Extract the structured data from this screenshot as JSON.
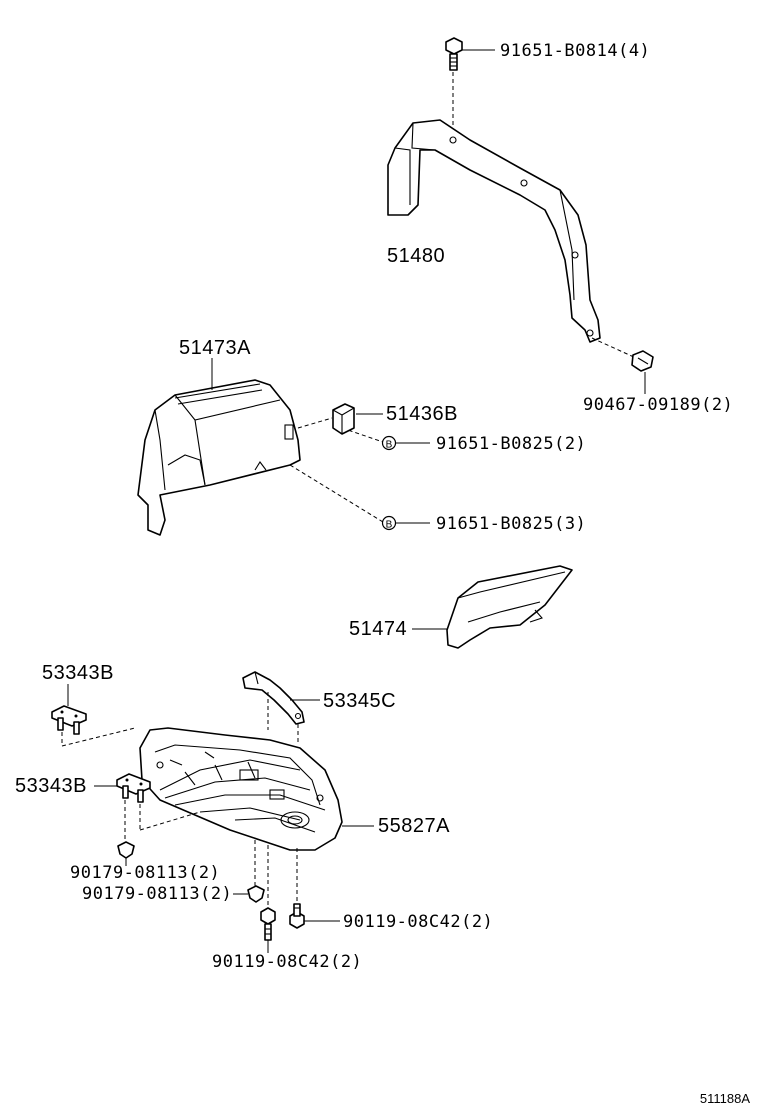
{
  "callouts": {
    "p91651_b0814": "91651-B0814(4)",
    "p51480": "51480",
    "p90467": "90467-09189(2)",
    "p51473a": "51473A",
    "p51436b": "51436B",
    "p91651_b0825_2": "91651-B0825(2)",
    "p91651_b0825_3": "91651-B0825(3)",
    "p51474": "51474",
    "p53343b_top": "53343B",
    "p53345c": "53345C",
    "p53343b_mid": "53343B",
    "p55827a": "55827A",
    "p90179_a": "90179-08113(2)",
    "p90179_b": "90179-08113(2)",
    "p90119_right": "90119-08C42(2)",
    "p90119_bottom": "90119-08C42(2)"
  },
  "diagram_id": "511188A",
  "marker_letter": "B"
}
